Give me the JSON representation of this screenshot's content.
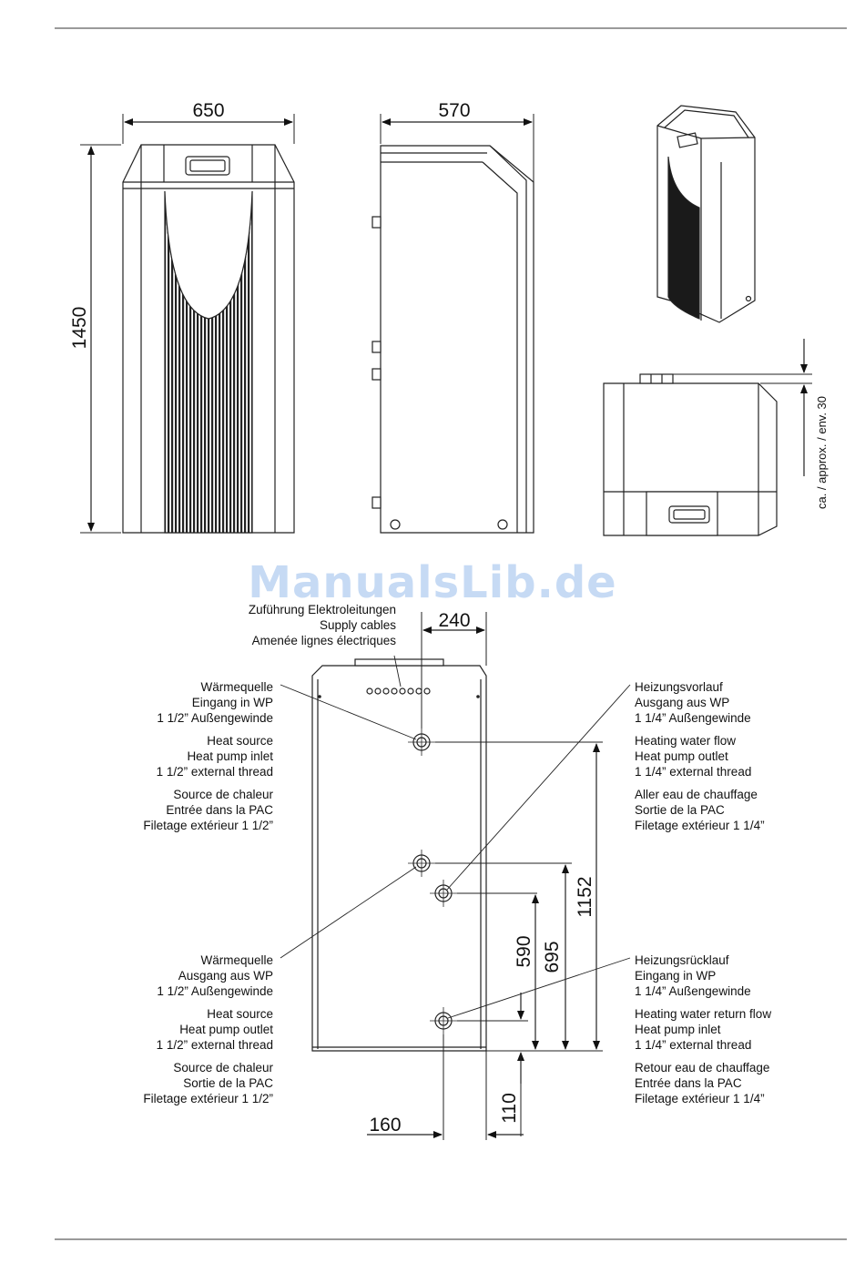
{
  "dimensions": {
    "front_width": "650",
    "side_depth": "570",
    "height": "1450",
    "cable_offset": "240",
    "pipe_1152": "1152",
    "pipe_695": "695",
    "pipe_590": "590",
    "bottom_110": "110",
    "bottom_160": "160"
  },
  "clearance_note": "ca. / approx. / env. 30",
  "watermark": "ManualsLib.de",
  "cables": {
    "lines": [
      "Zuführung Elektroleitungen",
      "Supply cables",
      "Amenée lignes électriques"
    ]
  },
  "heat_source_inlet": {
    "de": [
      "Wärmequelle",
      "Eingang in WP",
      "1 1/2” Außengewinde"
    ],
    "en": [
      "Heat source",
      "Heat pump inlet",
      "1 1/2” external thread"
    ],
    "fr": [
      "Source de chaleur",
      "Entrée dans la PAC",
      "Filetage extérieur 1 1/2”"
    ]
  },
  "heat_source_outlet": {
    "de": [
      "Wärmequelle",
      "Ausgang aus WP",
      "1 1/2” Außengewinde"
    ],
    "en": [
      "Heat source",
      "Heat pump outlet",
      "1 1/2” external thread"
    ],
    "fr": [
      "Source de chaleur",
      "Sortie de la PAC",
      "Filetage extérieur 1 1/2”"
    ]
  },
  "heating_flow": {
    "de": [
      "Heizungsvorlauf",
      "Ausgang aus WP",
      "1 1/4” Außengewinde"
    ],
    "en": [
      "Heating water flow",
      "Heat pump outlet",
      "1 1/4” external thread"
    ],
    "fr": [
      "Aller eau de chauffage",
      "Sortie de la PAC",
      "Filetage extérieur 1 1/4”"
    ]
  },
  "heating_return": {
    "de": [
      "Heizungsrücklauf",
      "Eingang in WP",
      "1 1/4” Außengewinde"
    ],
    "en": [
      "Heating water return flow",
      "Heat pump inlet",
      "1 1/4” external thread"
    ],
    "fr": [
      "Retour eau de chauffage",
      "Entrée dans la PAC",
      "Filetage extérieur 1 1/4”"
    ]
  }
}
